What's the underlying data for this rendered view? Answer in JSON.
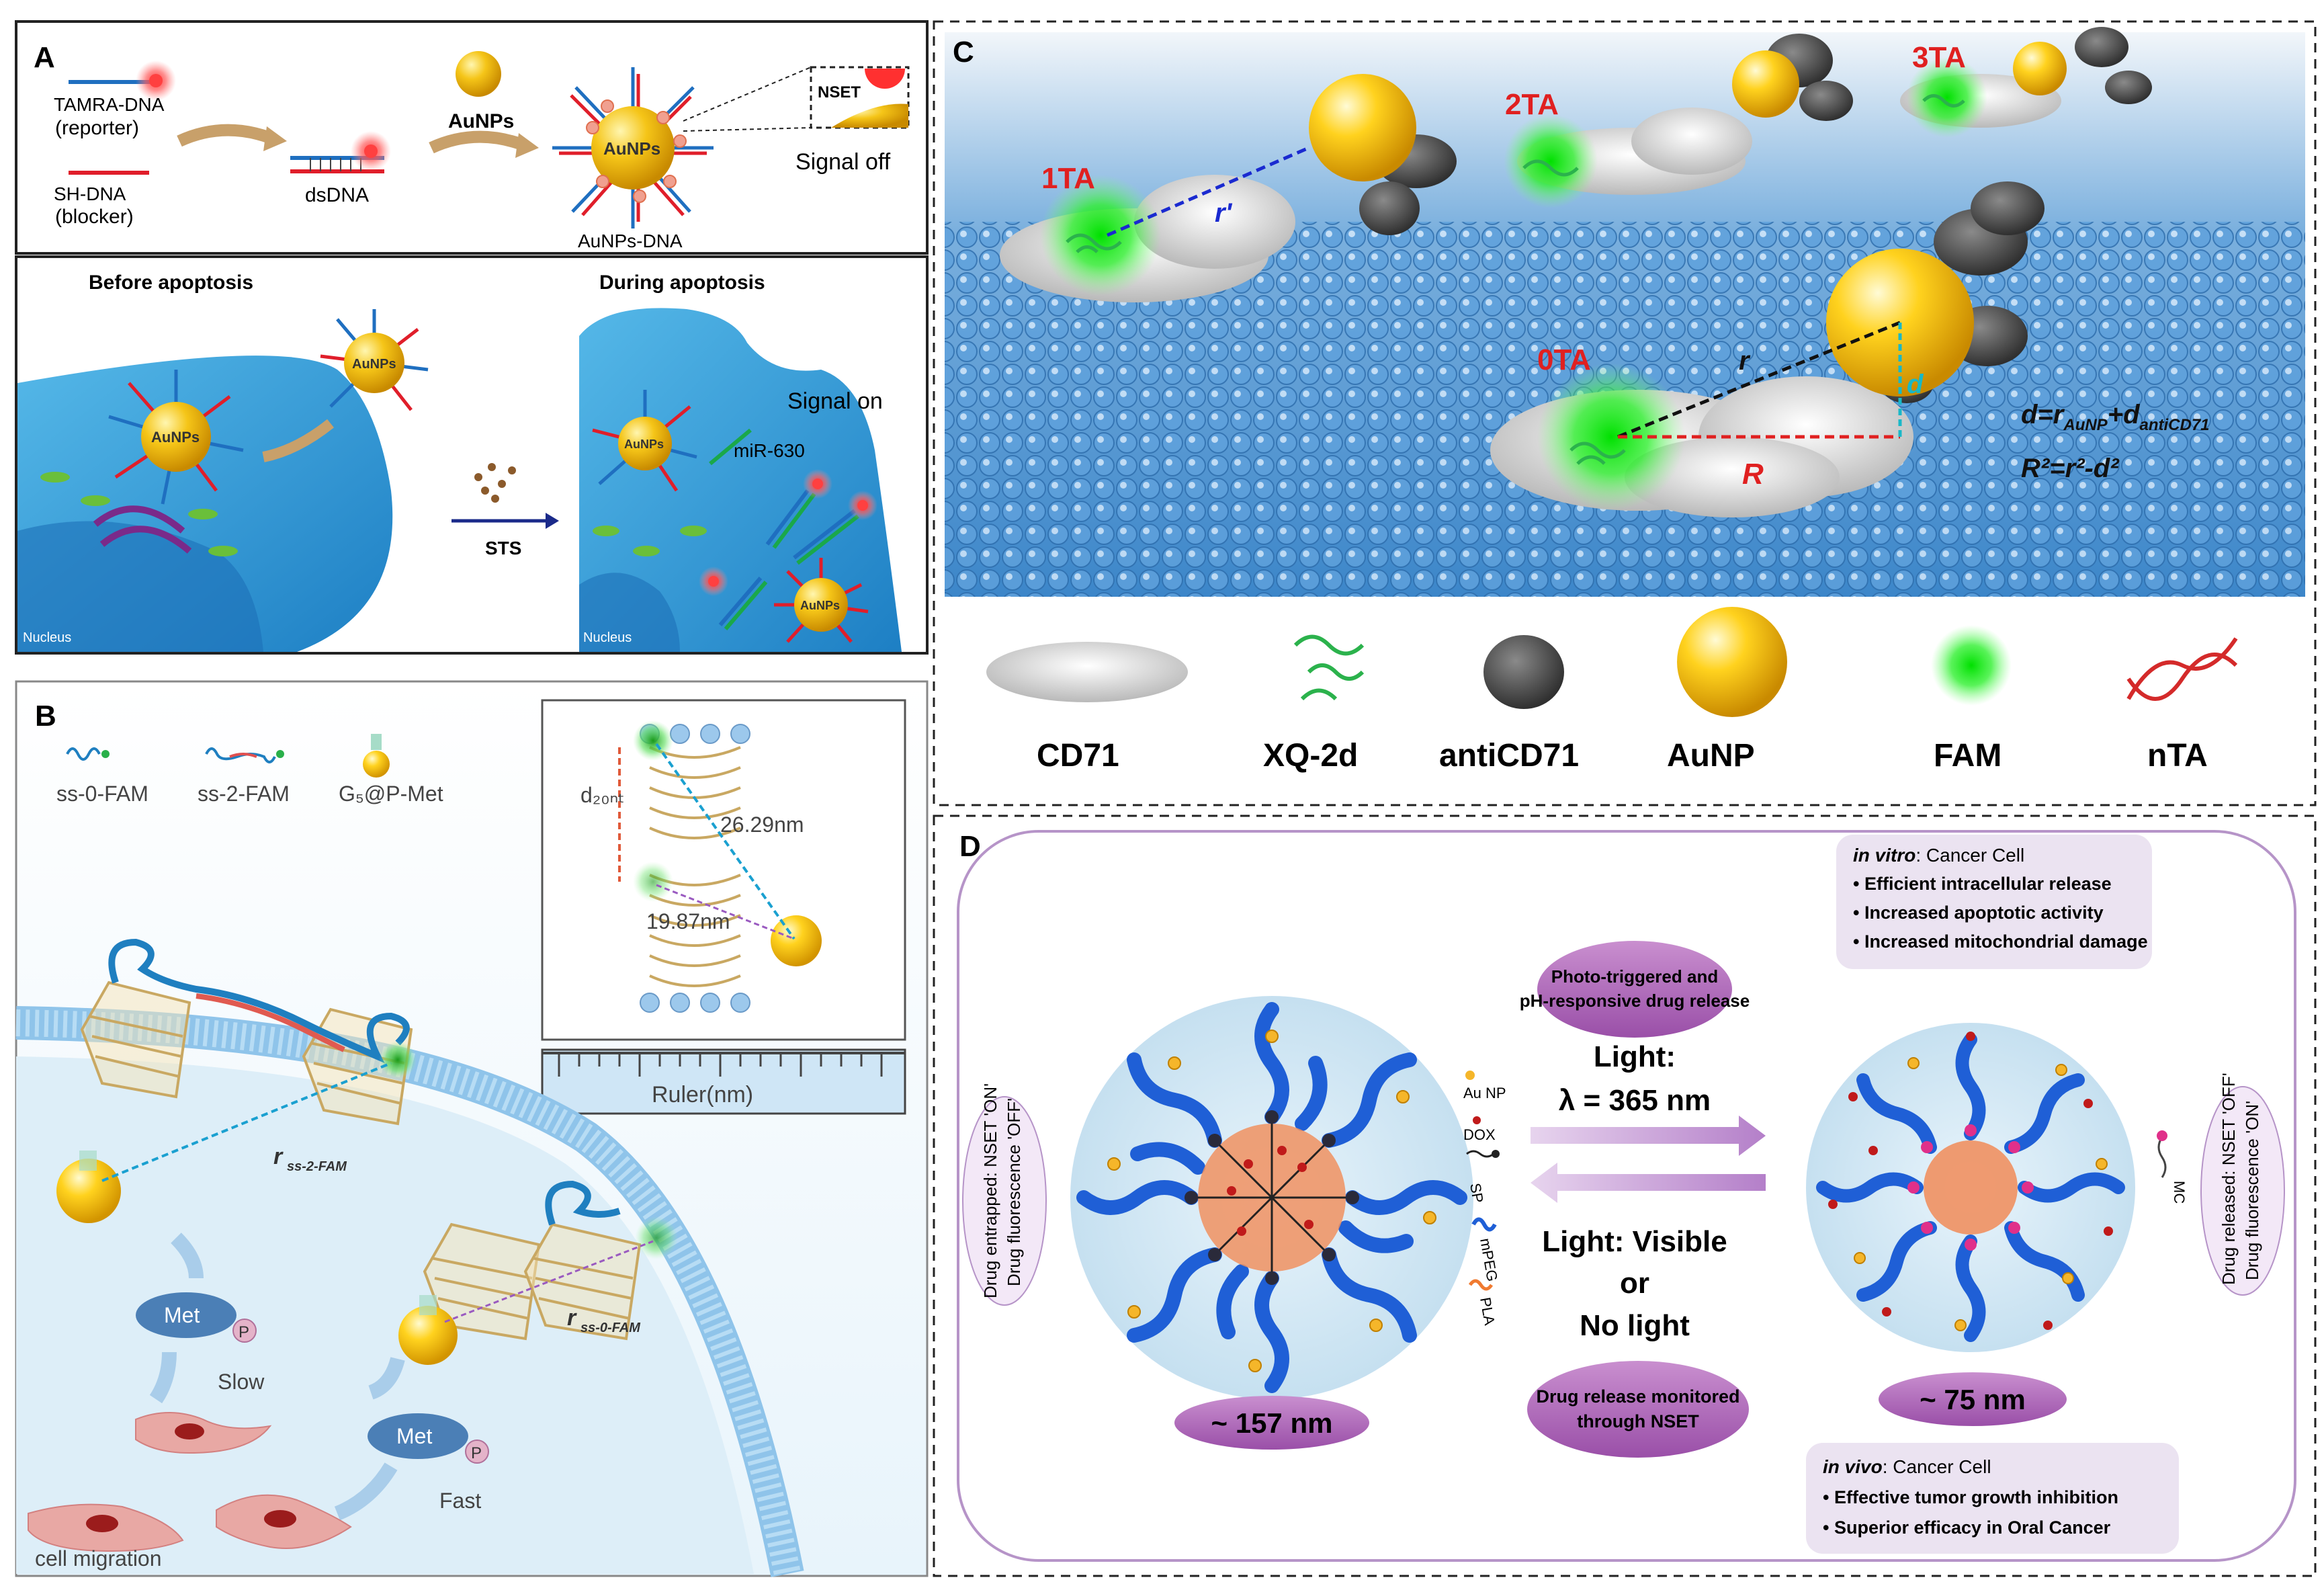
{
  "panelA": {
    "letter": "A",
    "tamra_dna": "TAMRA-DNA",
    "reporter": "(reporter)",
    "sh_dna": "SH-DNA",
    "blocker": "(blocker)",
    "dsdna": "dsDNA",
    "aunps": "AuNPs",
    "aunps_dna": "AuNPs-DNA",
    "nset": "NSET",
    "signal_off": "Signal off",
    "before_apoptosis": "Before apoptosis",
    "during_apoptosis": "During apoptosis",
    "signal_on": "Signal on",
    "mir630": "miR-630",
    "sts": "STS",
    "nucleus": "Nucleus"
  },
  "panelB": {
    "letter": "B",
    "legend_ss0": "ss-0-FAM",
    "legend_ss2": "ss-2-FAM",
    "legend_g5": "G₅@P-Met",
    "d20nt": "d₂₀ₙₜ",
    "dist1": "26.29nm",
    "dist2": "19.87nm",
    "ruler": "Ruler(nm)",
    "r_ss2": "r",
    "r_ss2_sub": "ss-2-FAM",
    "r_ss0": "r",
    "r_ss0_sub": "ss-0-FAM",
    "met": "Met",
    "p": "P",
    "slow": "Slow",
    "fast": "Fast",
    "cell_migration": "cell migration"
  },
  "panelC": {
    "letter": "C",
    "ta1": "1TA",
    "ta2": "2TA",
    "ta3": "3TA",
    "ta0": "0TA",
    "r_prime": "r'",
    "r_small": "r",
    "R": "R",
    "d": "d",
    "eq1": "d=r",
    "eq1_sub1": "AuNP",
    "eq1_mid": "+d",
    "eq1_sub2": "antiCD71",
    "eq2": "R²=r²-d²",
    "legend": [
      "CD71",
      "XQ-2d",
      "antiCD71",
      "AuNP",
      "FAM",
      "nTA"
    ]
  },
  "panelD": {
    "letter": "D",
    "invitro_title": "in vitro",
    "invitro_rest": ": Cancer Cell",
    "invitro_items": [
      "Efficient intracellular release",
      "Increased apoptotic activity",
      "Increased mitochondrial damage"
    ],
    "photo_line1": "Photo-triggered and",
    "photo_line2": "pH-responsive drug release",
    "light1": "Light:",
    "light2": "λ = 365 nm",
    "light3": "Light: Visible",
    "light4": "or",
    "light5": "No light",
    "monitor1": "Drug release monitored",
    "monitor2": "through NSET",
    "size_left": "~ 157 nm",
    "size_right": "~ 75 nm",
    "left_side1": "Drug entrapped: NSET 'ON'",
    "left_side2": "Drug fluorescence 'OFF'",
    "right_side1": "Drug released: NSET 'OFF'",
    "right_side2": "Drug fluorescence 'ON'",
    "legend_aunp": "Au NP",
    "legend_dox": "DOX",
    "legend_sp": "SP",
    "legend_mpeg": "mPEG",
    "legend_pla": "PLA",
    "legend_mc": "MC",
    "invivo_title": "in vivo",
    "invivo_rest": ": Cancer Cell",
    "invivo_items": [
      "Effective tumor growth inhibition",
      "Superior efficacy in Oral Cancer"
    ]
  }
}
